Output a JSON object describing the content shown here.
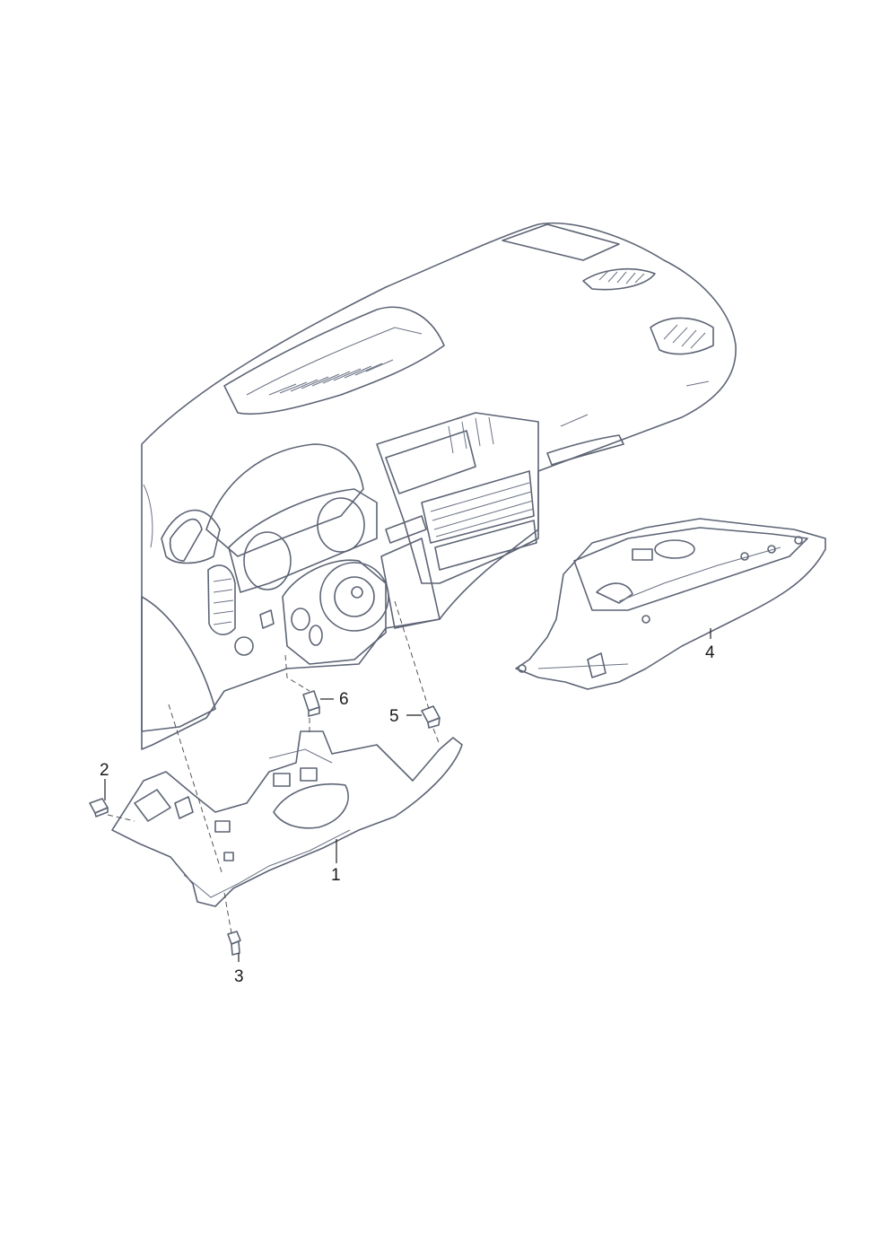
{
  "diagram": {
    "callouts": {
      "c1": "1",
      "c2": "2",
      "c3": "3",
      "c4": "4",
      "c5": "5",
      "c6": "6"
    },
    "colors": {
      "dashboard": "#c9ccd8",
      "dashboard_shade": "#a9aec0",
      "trim_dark": "#5f6478",
      "trim_mid": "#8e93a6",
      "trim_light": "#d5d8e2"
    }
  }
}
